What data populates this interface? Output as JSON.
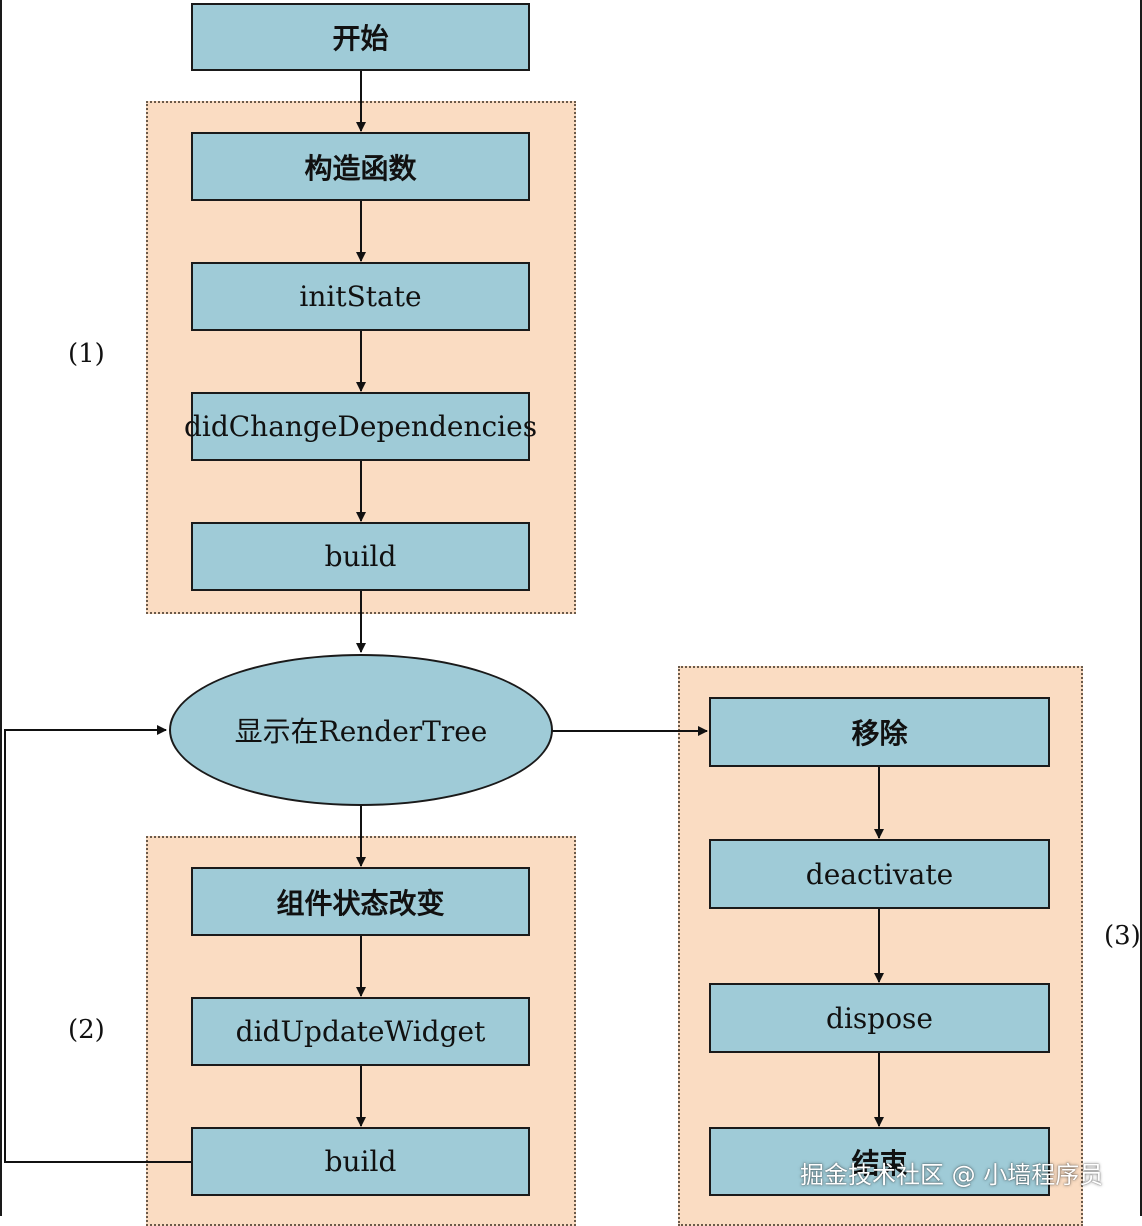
{
  "nodes": {
    "start": "开始",
    "constructor": "构造函数",
    "init_state": "initState",
    "did_change_dependencies": "didChangeDependencies",
    "build_1": "build",
    "render_tree": "显示在RenderTree",
    "state_change": "组件状态改变",
    "did_update_widget": "didUpdateWidget",
    "build_2": "build",
    "remove": "移除",
    "deactivate": "deactivate",
    "dispose": "dispose",
    "end": "结束"
  },
  "group_labels": {
    "group_1": "(1)",
    "group_2": "(2)",
    "group_3": "(3)"
  },
  "watermark": "掘金技术社区 @ 小墙程序员",
  "colors": {
    "box_fill": "#9fcbd7",
    "group_fill": "#fadcc2",
    "stroke": "#1a1a1a"
  }
}
